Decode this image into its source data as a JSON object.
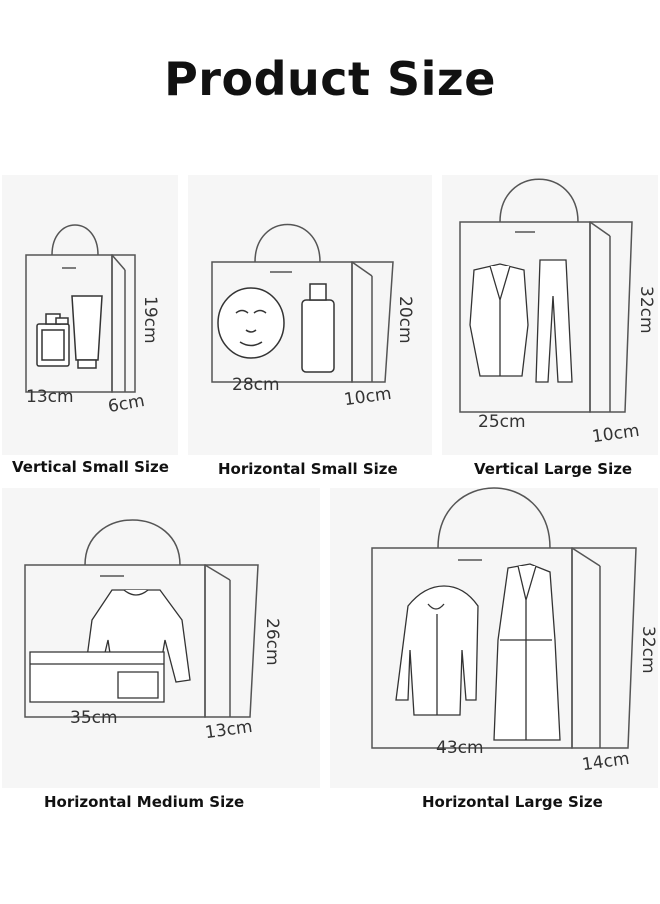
{
  "title": "Product Size",
  "bags": [
    {
      "label": "Vertical Small Size",
      "width": "13cm",
      "height": "19cm",
      "depth": "6cm"
    },
    {
      "label": "Horizontal Small Size",
      "width": "28cm",
      "height": "20cm",
      "depth": "10cm"
    },
    {
      "label": "Vertical Large Size",
      "width": "25cm",
      "height": "32cm",
      "depth": "10cm"
    },
    {
      "label": "Horizontal Medium Size",
      "width": "35cm",
      "height": "26cm",
      "depth": "13cm"
    },
    {
      "label": "Horizontal Large Size",
      "width": "43cm",
      "height": "32cm",
      "depth": "14cm"
    }
  ],
  "colors": {
    "line": "#555555",
    "panel": "#f6f6f6"
  }
}
